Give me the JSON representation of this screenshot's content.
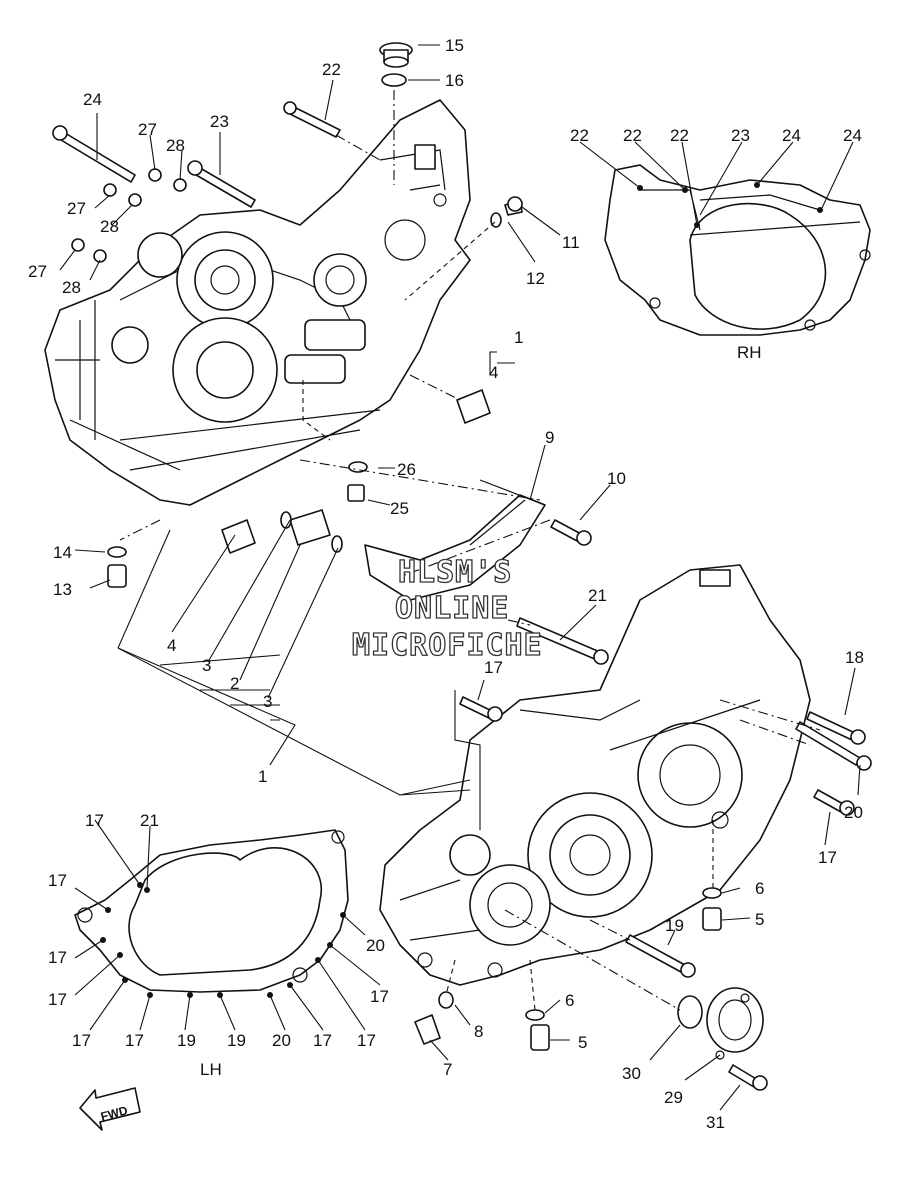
{
  "watermark": {
    "line1": "HLSM'S",
    "line2": "ONLINE",
    "line3": "MICROFICHE"
  },
  "labels": {
    "rh": "RH",
    "lh": "LH",
    "fwd": "FWD"
  },
  "callouts": [
    {
      "id": "c15",
      "text": "15"
    },
    {
      "id": "c16",
      "text": "16"
    },
    {
      "id": "c22a",
      "text": "22"
    },
    {
      "id": "c24a",
      "text": "24"
    },
    {
      "id": "c27a",
      "text": "27"
    },
    {
      "id": "c28a",
      "text": "28"
    },
    {
      "id": "c23a",
      "text": "23"
    },
    {
      "id": "c27b",
      "text": "27"
    },
    {
      "id": "c28b",
      "text": "28"
    },
    {
      "id": "c27c",
      "text": "27"
    },
    {
      "id": "c28c",
      "text": "28"
    },
    {
      "id": "c11",
      "text": "11"
    },
    {
      "id": "c12",
      "text": "12"
    },
    {
      "id": "c1a",
      "text": "1"
    },
    {
      "id": "c4a",
      "text": "4"
    },
    {
      "id": "c9",
      "text": "9"
    },
    {
      "id": "c26",
      "text": "26"
    },
    {
      "id": "c25",
      "text": "25"
    },
    {
      "id": "c10",
      "text": "10"
    },
    {
      "id": "c14",
      "text": "14"
    },
    {
      "id": "c13",
      "text": "13"
    },
    {
      "id": "c21a",
      "text": "21"
    },
    {
      "id": "c4b",
      "text": "4"
    },
    {
      "id": "c3a",
      "text": "3"
    },
    {
      "id": "c2",
      "text": "2"
    },
    {
      "id": "c3b",
      "text": "3"
    },
    {
      "id": "c17a",
      "text": "17"
    },
    {
      "id": "c1b",
      "text": "1"
    },
    {
      "id": "c18",
      "text": "18"
    },
    {
      "id": "c20a",
      "text": "20"
    },
    {
      "id": "c17b",
      "text": "17"
    },
    {
      "id": "c6a",
      "text": "6"
    },
    {
      "id": "c5a",
      "text": "5"
    },
    {
      "id": "c19a",
      "text": "19"
    },
    {
      "id": "c6b",
      "text": "6"
    },
    {
      "id": "c8",
      "text": "8"
    },
    {
      "id": "c5b",
      "text": "5"
    },
    {
      "id": "c7",
      "text": "7"
    },
    {
      "id": "c30",
      "text": "30"
    },
    {
      "id": "c29",
      "text": "29"
    },
    {
      "id": "c31",
      "text": "31"
    },
    {
      "id": "rh22a",
      "text": "22"
    },
    {
      "id": "rh22b",
      "text": "22"
    },
    {
      "id": "rh22c",
      "text": "22"
    },
    {
      "id": "rh23",
      "text": "23"
    },
    {
      "id": "rh24a",
      "text": "24"
    },
    {
      "id": "rh24b",
      "text": "24"
    },
    {
      "id": "lh17a",
      "text": "17"
    },
    {
      "id": "lh21",
      "text": "21"
    },
    {
      "id": "lh17b",
      "text": "17"
    },
    {
      "id": "lh17c",
      "text": "17"
    },
    {
      "id": "lh17d",
      "text": "17"
    },
    {
      "id": "lh17e",
      "text": "17"
    },
    {
      "id": "lh17f",
      "text": "17"
    },
    {
      "id": "lh19a",
      "text": "19"
    },
    {
      "id": "lh19b",
      "text": "19"
    },
    {
      "id": "lh20a",
      "text": "20"
    },
    {
      "id": "lh17g",
      "text": "17"
    },
    {
      "id": "lh17h",
      "text": "17"
    },
    {
      "id": "lh17i",
      "text": "17"
    },
    {
      "id": "lh20b",
      "text": "20"
    }
  ]
}
